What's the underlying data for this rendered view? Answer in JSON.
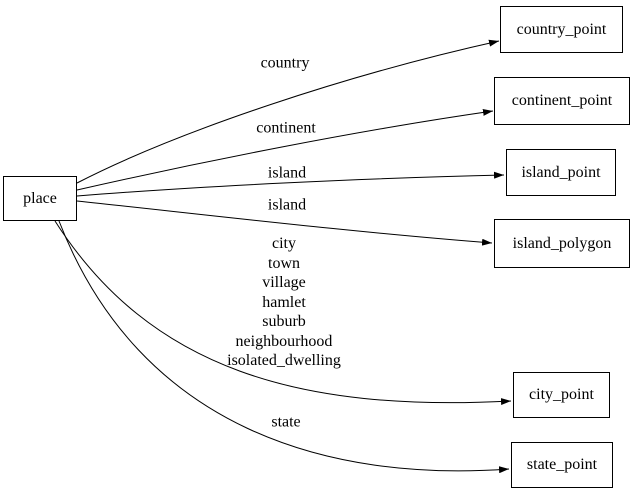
{
  "diagram": {
    "type": "directed-graph",
    "background": "#ffffff",
    "colors": {
      "node_fill": "#ffffff",
      "node_border": "#000000",
      "edge": "#000000",
      "text": "#000000"
    },
    "nodes": [
      {
        "id": "place",
        "label": "place"
      },
      {
        "id": "country_point",
        "label": "country_point"
      },
      {
        "id": "continent_point",
        "label": "continent_point"
      },
      {
        "id": "island_point",
        "label": "island_point"
      },
      {
        "id": "island_polygon",
        "label": "island_polygon"
      },
      {
        "id": "city_point",
        "label": "city_point"
      },
      {
        "id": "state_point",
        "label": "state_point"
      }
    ],
    "edges": [
      {
        "from": "place",
        "to": "country_point",
        "label": "country"
      },
      {
        "from": "place",
        "to": "continent_point",
        "label": "continent"
      },
      {
        "from": "place",
        "to": "island_point",
        "label": "island"
      },
      {
        "from": "place",
        "to": "island_polygon",
        "label": "island"
      },
      {
        "from": "place",
        "to": "city_point",
        "label": "city\ntown\nvillage\nhamlet\nsuburb\nneighbourhood\nisolated_dwelling"
      },
      {
        "from": "place",
        "to": "state_point",
        "label": "state"
      }
    ]
  }
}
